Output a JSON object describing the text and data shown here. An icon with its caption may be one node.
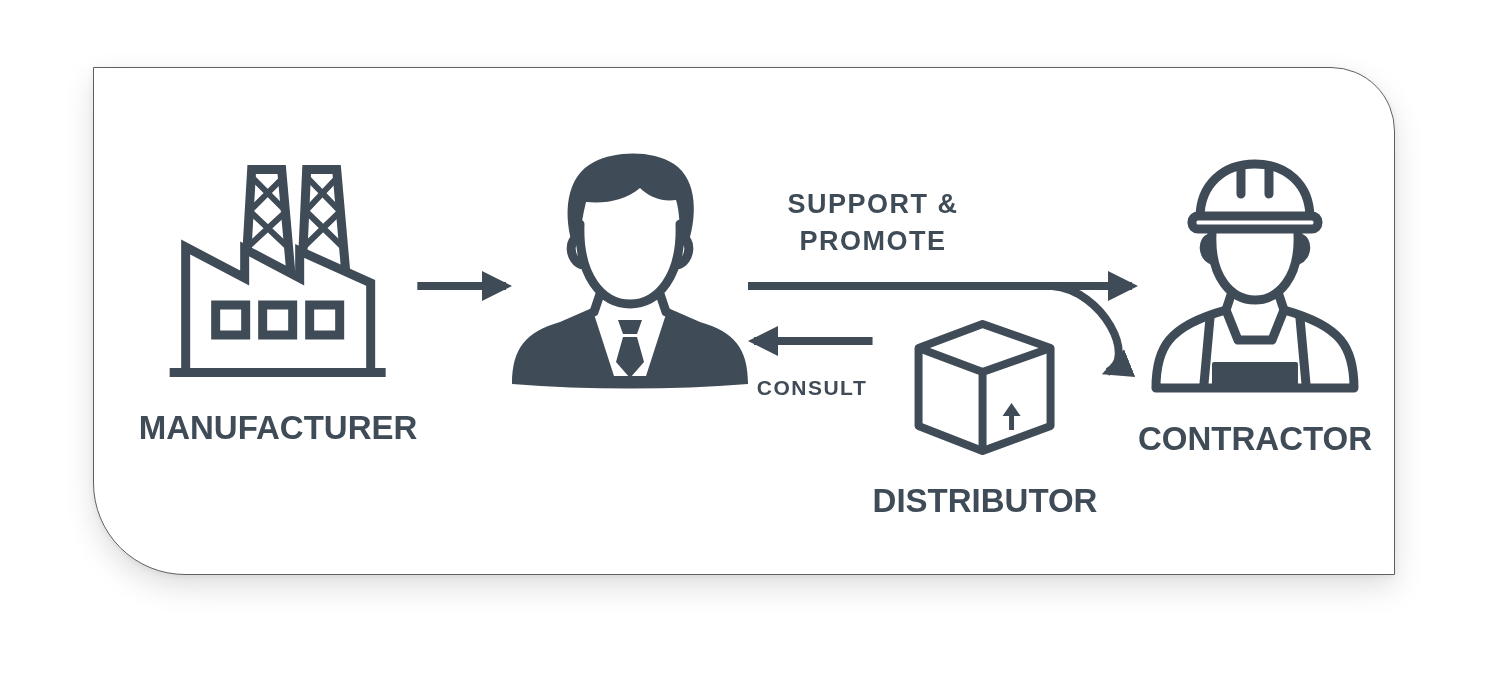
{
  "diagram": {
    "nodes": [
      {
        "text": [
          "MANUFACTURER"
        ]
      },
      {
        "text": [],
        "shape": "person"
      },
      {
        "text": [
          "DISTRIBUTOR"
        ]
      },
      {
        "text": [
          "CONTRACTOR"
        ]
      }
    ],
    "edges": [
      {
        "from": 0,
        "to": 1,
        "arrow": "to"
      },
      {
        "from": 1,
        "to": 3,
        "arrow": "to",
        "label": "SUPPORT & PROMOTE"
      },
      {
        "from": 1,
        "to": 2,
        "arrow": "to"
      },
      {
        "from": 2,
        "to": 1,
        "arrow": "to",
        "label": "CONSULT"
      }
    ]
  }
}
